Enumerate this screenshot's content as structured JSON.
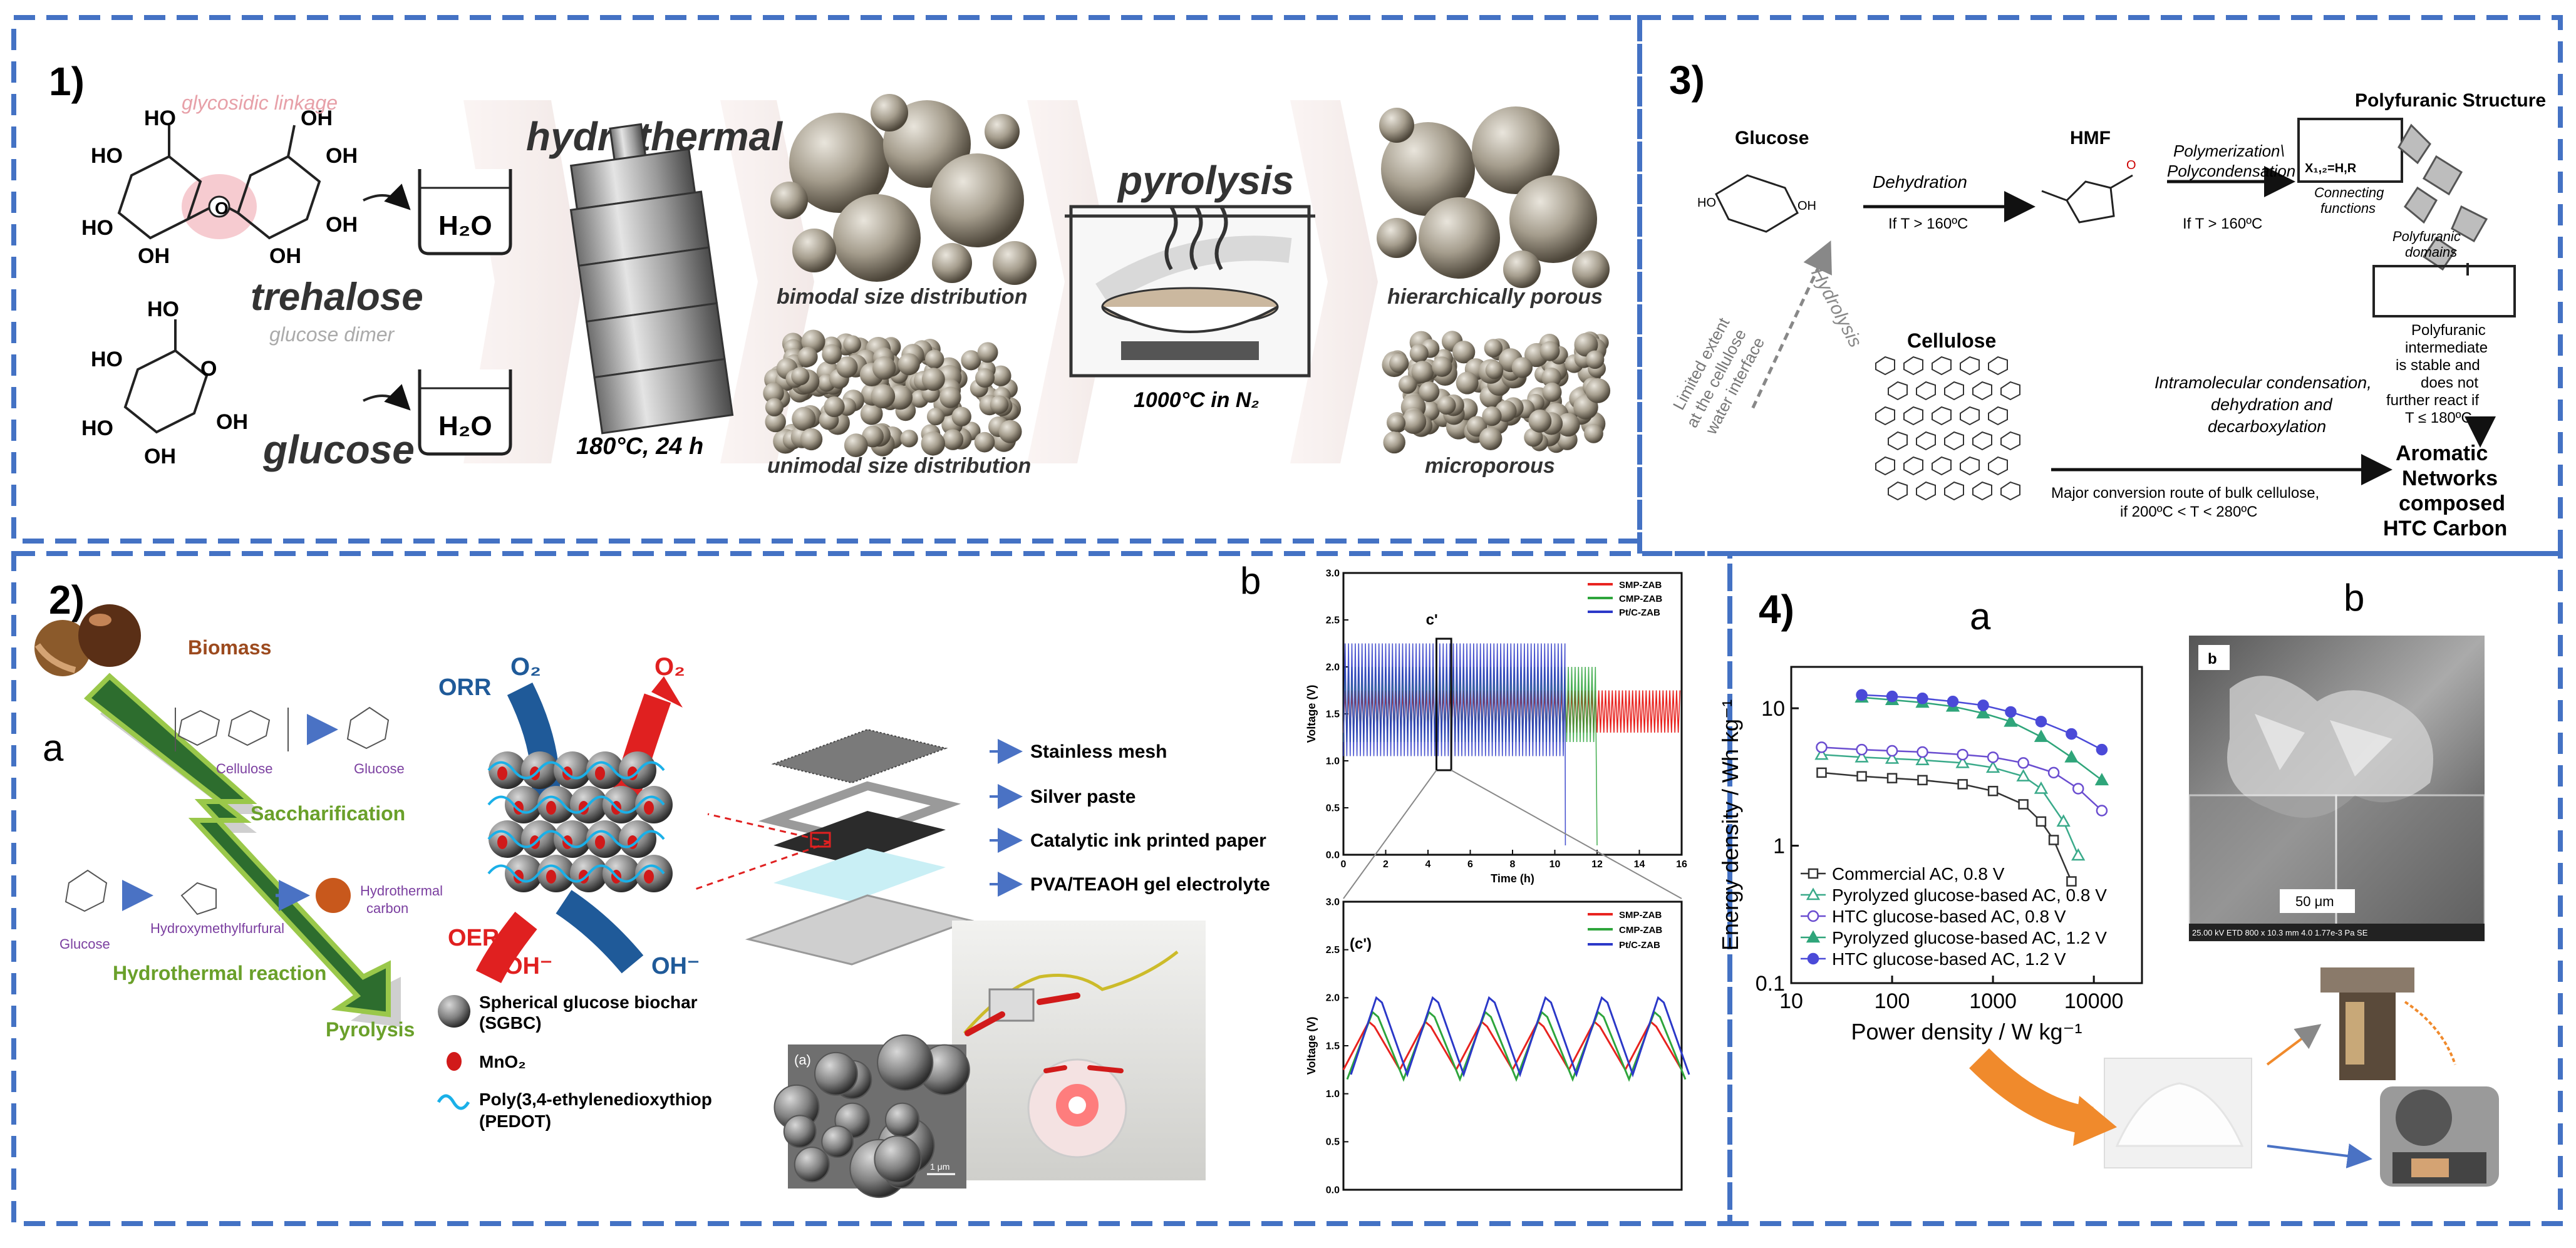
{
  "panel1": {
    "label": "1)",
    "glycosidic_label": "glycosidic linkage",
    "trehalose": "trehalose",
    "glucose_dimer": "glucose dimer",
    "glucose": "glucose",
    "water": "H₂O",
    "hydrothermal": "hydrothermal",
    "conditions": "180°C, 24 h",
    "bimodal": "bimodal size distribution",
    "unimodal": "unimodal size distribution",
    "pyrolysis": "pyrolysis",
    "pyrolysis_conditions": "1000°C in N₂",
    "hierarchically_porous": "hierarchically porous",
    "microporous": "microporous",
    "oh": "HO",
    "oh2": "OH",
    "o": "O"
  },
  "panel3": {
    "label": "3)",
    "glucose": "Glucose",
    "dehydration": "Dehydration",
    "temp1": "If T > 160ºC",
    "hmf": "HMF",
    "polymerization1": "Polymerization\\",
    "polymerization2": "Polycondensation",
    "temp2": "If T > 160ºC",
    "polyfuranic_title": "Polyfuranic Structure",
    "x12": "X₁,₂=H,R",
    "connecting1": "Connecting",
    "connecting2": "functions",
    "polyfuranic_domains1": "Polyfuranic",
    "polyfuranic_domains2": "domains",
    "intermediate": [
      "Polyfuranic",
      "intermediate",
      "is stable and",
      "does not",
      "further react if",
      "T ≤ 180ºC."
    ],
    "limited": [
      "Limited extent",
      "at the cellulose",
      "water interface"
    ],
    "hydrolysis": "Hydrolysis",
    "cellulose": "Cellulose",
    "intramolecular": [
      "Intramolecular condensation,",
      "dehydration and",
      "decarboxylation"
    ],
    "major_route1": "Major conversion route of bulk cellulose,",
    "major_route2": "if 200ºC < T < 280ºC",
    "aromatic": [
      "Aromatic",
      "Networks",
      "composed",
      "HTC Carbon"
    ]
  },
  "panel2": {
    "label": "2)",
    "sub_a": "a",
    "biomass": "Biomass",
    "cellulose": "Cellulose",
    "glucose": "Glucose",
    "saccharification": "Saccharification",
    "glucose2": "Glucose",
    "hmf": "Hydroxymethylfurfural",
    "hydrothermal_carbon1": "Hydrothermal",
    "hydrothermal_carbon2": "carbon",
    "hydrothermal_reaction": "Hydrothermal reaction",
    "pyrolysis": "Pyrolysis",
    "orr": "ORR",
    "o2a": "O₂",
    "o2b": "O₂",
    "oer": "OER",
    "oha": "OH⁻",
    "ohb": "OH⁻",
    "legend_sgbc1": "Spherical glucose biochar",
    "legend_sgbc2": "(SGBC)",
    "legend_mno2": "MnO₂",
    "legend_pedot1": "Poly(3,4-ethylenedioxythiop",
    "legend_pedot2": "(PEDOT)",
    "layers": [
      "Stainless mesh",
      "Silver paste",
      "Catalytic ink printed paper",
      "PVA/TEAOH  gel electrolyte"
    ],
    "sem_label": "(a)",
    "sem_scale": "1 μm",
    "sub_b": "b",
    "inset_c": "c'",
    "inset_c2": "(c')"
  },
  "panel4": {
    "label": "4)",
    "sub_a": "a",
    "sub_b": "b",
    "sem_b": "b",
    "sem_scale": "50 μm",
    "sem_info": "25.00 kV  ETD  800 x  10.3 mm  4.0  1.77e-3 Pa  SE"
  },
  "chart_data": [
    {
      "type": "line",
      "title": "",
      "xlabel": "Time (h)",
      "ylabel": "Voltage (V)",
      "xlim": [
        0,
        16
      ],
      "ylim": [
        0.0,
        3.0
      ],
      "xticks": [
        "0",
        "2",
        "4",
        "6",
        "8",
        "10",
        "12",
        "14",
        "16"
      ],
      "yticks": [
        "0.0",
        "0.5",
        "1.0",
        "1.5",
        "2.0",
        "2.5",
        "3.0"
      ],
      "legend_position": "top-right",
      "series": [
        {
          "name": "SMP-ZAB",
          "color": "#e8231f",
          "charge_level": 1.75,
          "discharge_level": 1.3,
          "end_time": 16
        },
        {
          "name": "CMP-ZAB",
          "color": "#2ea53c",
          "charge_level": 2.0,
          "discharge_level": 1.2,
          "end_time": 12
        },
        {
          "name": "Pt/C-ZAB",
          "color": "#2b38c8",
          "charge_level": 2.25,
          "discharge_level": 1.05,
          "end_time": 10.5
        }
      ]
    },
    {
      "type": "line",
      "title": "",
      "xlabel": "",
      "ylabel": "Voltage (V)",
      "ylim": [
        0.0,
        3.0
      ],
      "yticks": [
        "0.0",
        "0.5",
        "1.0",
        "1.5",
        "2.0",
        "2.5",
        "3.0"
      ],
      "legend_position": "top-right",
      "cycles": 6,
      "series": [
        {
          "name": "SMP-ZAB",
          "color": "#e8231f",
          "min": 1.25,
          "max": 1.75
        },
        {
          "name": "CMP-ZAB",
          "color": "#2ea53c",
          "min": 1.15,
          "max": 1.85
        },
        {
          "name": "Pt/C-ZAB",
          "color": "#2b38c8",
          "min": 1.2,
          "max": 2.0
        }
      ]
    },
    {
      "type": "scatter",
      "title": "",
      "xlabel": "Power density / W kg⁻¹",
      "ylabel": "Energy density / Wh kg⁻¹",
      "x_scale": "log",
      "y_scale": "log",
      "xlim": [
        10,
        30000
      ],
      "ylim": [
        0.1,
        20
      ],
      "xticks": [
        "10",
        "100",
        "1000",
        "10000"
      ],
      "yticks": [
        "0.1",
        "1",
        "10"
      ],
      "legend_position": "bottom-left",
      "series": [
        {
          "name": "Commercial AC, 0.8 V",
          "color": "#333333",
          "marker": "open-square",
          "points": [
            [
              20,
              3.4
            ],
            [
              50,
              3.2
            ],
            [
              100,
              3.1
            ],
            [
              200,
              3.0
            ],
            [
              500,
              2.8
            ],
            [
              1000,
              2.5
            ],
            [
              2000,
              2.0
            ],
            [
              3000,
              1.5
            ],
            [
              4000,
              1.1
            ],
            [
              6000,
              0.55
            ]
          ]
        },
        {
          "name": "Pyrolyzed glucose-based AC, 0.8 V",
          "color": "#3aaa8a",
          "marker": "open-triangle",
          "points": [
            [
              20,
              4.6
            ],
            [
              50,
              4.4
            ],
            [
              100,
              4.3
            ],
            [
              200,
              4.2
            ],
            [
              500,
              4.0
            ],
            [
              1000,
              3.7
            ],
            [
              2000,
              3.2
            ],
            [
              3000,
              2.6
            ],
            [
              5000,
              1.5
            ],
            [
              7000,
              0.85
            ]
          ]
        },
        {
          "name": "HTC glucose-based AC, 0.8 V",
          "color": "#6a4dd0",
          "marker": "open-circle",
          "points": [
            [
              20,
              5.2
            ],
            [
              50,
              5.0
            ],
            [
              100,
              4.9
            ],
            [
              200,
              4.8
            ],
            [
              500,
              4.6
            ],
            [
              1000,
              4.4
            ],
            [
              2000,
              4.0
            ],
            [
              4000,
              3.4
            ],
            [
              7000,
              2.6
            ],
            [
              12000,
              1.8
            ]
          ]
        },
        {
          "name": "Pyrolyzed glucose-based AC, 1.2 V",
          "color": "#2fa57a",
          "marker": "filled-triangle",
          "points": [
            [
              50,
              12.0
            ],
            [
              100,
              11.5
            ],
            [
              200,
              11.0
            ],
            [
              400,
              10.3
            ],
            [
              800,
              9.2
            ],
            [
              1500,
              8.0
            ],
            [
              3000,
              6.2
            ],
            [
              6000,
              4.4
            ],
            [
              12000,
              3.0
            ]
          ]
        },
        {
          "name": "HTC glucose-based AC, 1.2 V",
          "color": "#4b4ad8",
          "marker": "filled-circle",
          "points": [
            [
              50,
              12.5
            ],
            [
              100,
              12.2
            ],
            [
              200,
              11.8
            ],
            [
              400,
              11.2
            ],
            [
              800,
              10.5
            ],
            [
              1500,
              9.4
            ],
            [
              3000,
              8.0
            ],
            [
              6000,
              6.5
            ],
            [
              12000,
              5.0
            ]
          ]
        }
      ]
    }
  ]
}
